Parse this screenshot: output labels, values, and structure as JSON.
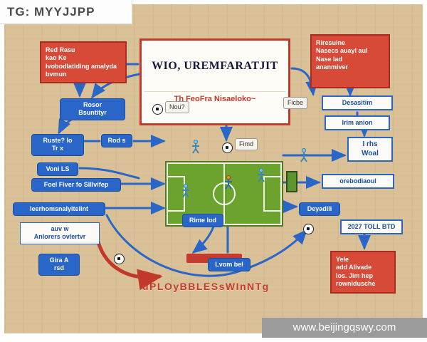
{
  "watermark": {
    "tg": "TG: MYYJJPP",
    "site": "www.beijingqswy.com"
  },
  "title": {
    "main": "WIO, UREMFARATJIT",
    "sub": "Th FeoFra Nisaeloko~"
  },
  "nodes": {
    "red_top_left": "Red Rasu\nkao Ke\nIvobodlatiding amalyda\nbvmun",
    "red_top_right": "Riresuine\nNasecs auayl aul\nNase lad\nananmiver",
    "red_bottom_right": "Yele\nadd Alivade\nlos. Jim hep\nrownidusche",
    "rosor": "Rosor\nBsuntityr",
    "ruste": "Ruste? lo\nTr x",
    "voni": "Voni LS",
    "foel": "Foel Fiver fo Sillvifep",
    "leerhom": "leerhomsnalyiteilnt",
    "auv": "auv w\nAnlorers ovlertvr",
    "gira": "Gira A\nrsd",
    "rods": "Rod s",
    "rime": "Rime lod",
    "lvom": "Lvom bel",
    "deyadili": "Deyadili",
    "nou": "Nou?",
    "ficbe": "Ficbe",
    "fimd": "Fimd",
    "desasitim": "Desasitim",
    "lrim": "lrim anion",
    "irhs": "I rhs\nWoal",
    "orebodiaoul": "orebodiaoul",
    "toll": "2027 TOLL BTD",
    "bottom_red_text": "uPLOyBBLESsWInNTg"
  },
  "colors": {
    "background_tan": "#d9c096",
    "accent_red": "#d84a38",
    "accent_blue": "#2a66c8",
    "field_green": "#6ca22e",
    "title_navy": "#17173a",
    "watermark_gray": "#9b9b9b"
  }
}
